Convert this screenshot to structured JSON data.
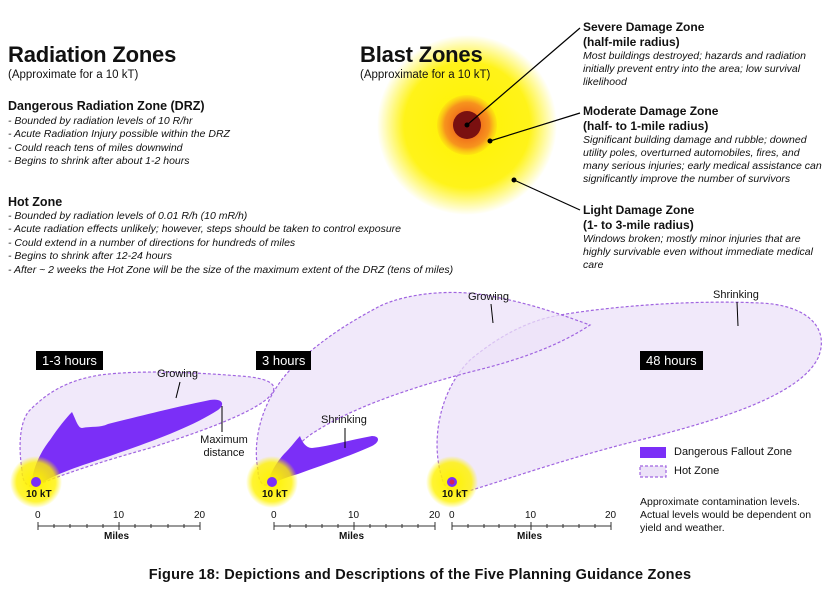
{
  "radiation": {
    "title": "Radiation Zones",
    "subtitle": "(Approximate for a 10 kT)",
    "drz": {
      "heading": "Dangerous Radiation Zone (DRZ)",
      "bullets": [
        "Bounded by radiation levels of 10 R/hr",
        "Acute Radiation Injury possible within the DRZ",
        "Could reach tens of miles downwind",
        "Begins to shrink after about 1-2 hours"
      ]
    },
    "hot": {
      "heading": "Hot Zone",
      "bullets": [
        "Bounded by radiation levels of 0.01 R/h (10 mR/h)",
        "Acute radiation effects unlikely; however, steps should be taken to control exposure",
        "Could extend in a number of directions for hundreds of miles",
        "Begins to shrink after 12-24 hours",
        "After ~ 2 weeks the Hot Zone will be the size of the maximum extent of the DRZ (tens of miles)"
      ]
    }
  },
  "blast": {
    "title": "Blast Zones",
    "subtitle": "(Approximate for a 10 kT)",
    "severe": {
      "title": "Severe Damage Zone",
      "radius": "(half-mile radius)",
      "desc": "Most buildings destroyed; hazards and radiation initially prevent entry into the area; low survival likelihood"
    },
    "moderate": {
      "title": "Moderate Damage Zone",
      "radius": "(half- to 1-mile radius)",
      "desc": "Significant building damage and rubble; downed utility poles, overturned automobiles, fires, and many serious injuries; early medical assistance can significantly improve the number of survivors"
    },
    "light": {
      "title": "Light Damage Zone",
      "radius": "(1- to 3-mile radius)",
      "desc": "Windows broken; mostly minor injuries that are highly survivable even without immediate medical care"
    },
    "colors": {
      "light": "#fff200",
      "moderate": "#f7941d",
      "severe": "#7a1010"
    }
  },
  "timeline": {
    "panels": [
      {
        "time": "1-3 hours",
        "source": "10 kT"
      },
      {
        "time": "3 hours",
        "source": "10 kT"
      },
      {
        "time": "48 hours",
        "source": "10 kT"
      }
    ],
    "labels": {
      "growing1": "Growing",
      "maximum_distance": "Maximum distance",
      "shrinking": "Shrinking",
      "growing2": "Growing",
      "shrinking2": "Shrinking"
    },
    "scale": {
      "ticks": [
        "0",
        "10",
        "20"
      ],
      "unit": "Miles"
    }
  },
  "legend": {
    "drz": "Dangerous Fallout Zone",
    "hot": "Hot Zone",
    "note": "Approximate contamination levels. Actual levels would be dependent on yield and weather.",
    "colors": {
      "drz": "#7b2ff7",
      "hot": "#b57bea"
    }
  },
  "caption": "Figure 18:  Depictions and Descriptions of the Five Planning Guidance Zones"
}
